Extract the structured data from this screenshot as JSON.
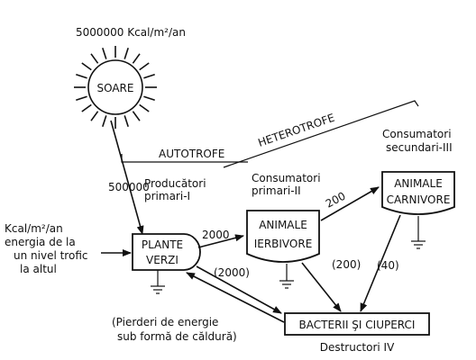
{
  "sun": {
    "energy_label": "5000000 Kcal/m²/an",
    "name": "SOARE"
  },
  "groups": {
    "autotrophs": "AUTOTROFE",
    "heterotrophs": "HETEROTROFE"
  },
  "flows": {
    "sun_to_plants": "500000",
    "plants_to_herbivores": "2000",
    "herbivores_to_carnivores": "200",
    "decomposers_to_plants": "(2000)",
    "herbivores_to_decomposers": "(200)",
    "carnivores_to_decomposers": "(40)"
  },
  "nodes": {
    "plants": {
      "role_line1": "Producători",
      "role_line2": "primari-I",
      "name_line1": "PLANTE",
      "name_line2": "VERZI"
    },
    "herbivores": {
      "role_line1": "Consumatori",
      "role_line2": "primari-II",
      "name_line1": "ANIMALE",
      "name_line2": "IERBIVORE"
    },
    "carnivores": {
      "role_line1": "Consumatori",
      "role_line2": "secundari-III",
      "name_line1": "ANIMALE",
      "name_line2": "CARNIVORE"
    },
    "decomposers": {
      "name": "BACTERII ŞI CIUPERCI",
      "role": "Destructori IV"
    }
  },
  "notes": {
    "transfer_line1": "Kcal/m²/an",
    "transfer_line2": "energia de la",
    "transfer_line3": "un nivel trofic",
    "transfer_line4": "la altul",
    "heat_loss_line1": "(Pierderi de energie",
    "heat_loss_line2": "sub formă de căldură)"
  },
  "colors": {
    "ink": "#111111",
    "background": "#ffffff"
  }
}
